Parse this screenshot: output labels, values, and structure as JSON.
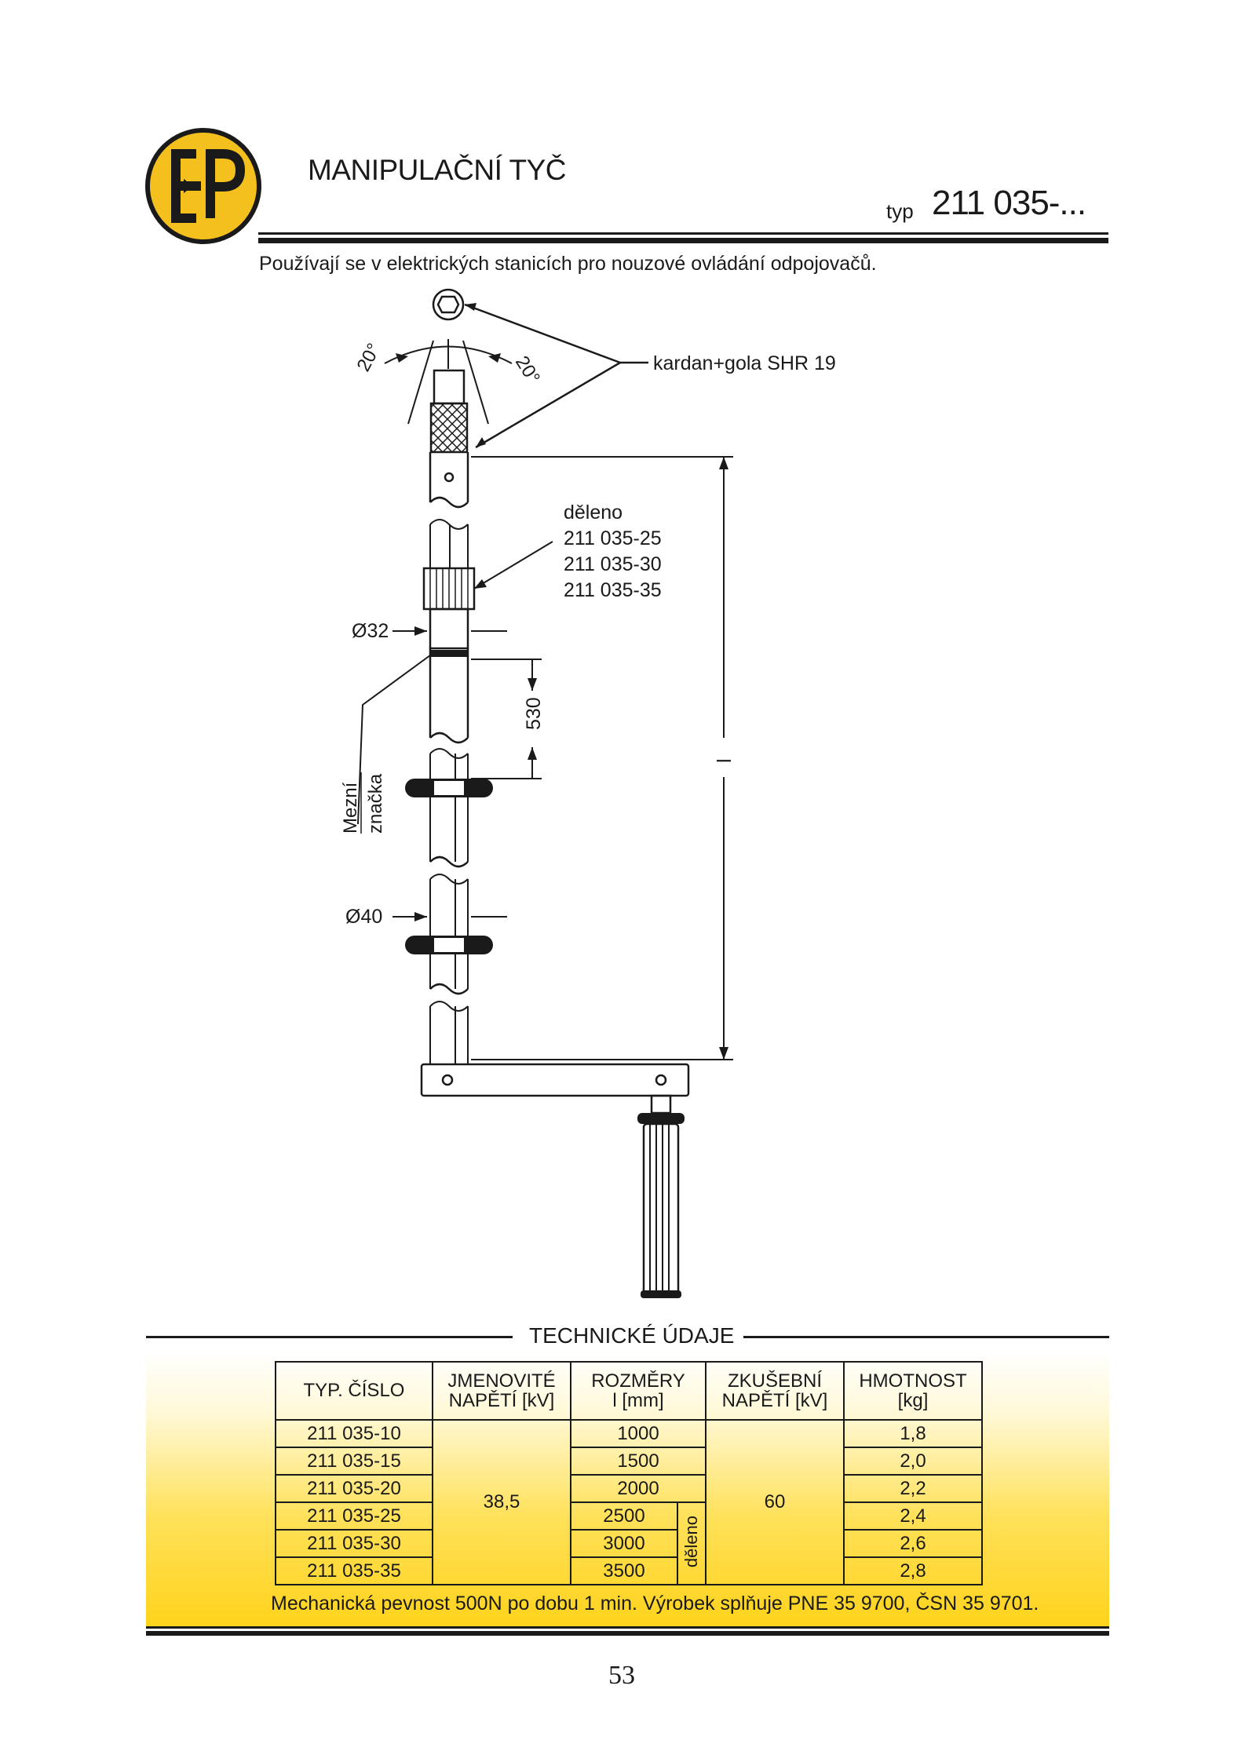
{
  "header": {
    "title": "MANIPULAČNÍ TYČ",
    "type_label": "typ",
    "type_value": "211 035-...",
    "logo_text": "EP"
  },
  "usage_text": "Používají se v elektrických stanicích pro nouzové ovládání odpojovačů.",
  "drawing": {
    "angle_left": "20°",
    "angle_right": "20°",
    "kardan_label": "kardan+gola SHR 19",
    "divided_label": "děleno",
    "divided_items": [
      "211 035-25",
      "211 035-30",
      "211 035-35"
    ],
    "diameter_top": "Ø32",
    "diameter_bottom": "Ø40",
    "dim_530": "530",
    "dim_l": "l",
    "limit_mark_line1": "Mezní",
    "limit_mark_line2": "značka"
  },
  "section_title": "TECHNICKÉ ÚDAJE",
  "table": {
    "headers": {
      "type_no": "TYP. ČÍSLO",
      "voltage_1": "JMENOVITÉ",
      "voltage_2": "NAPĚTÍ [kV]",
      "dims_1": "ROZMĚRY",
      "dims_2": "l [mm]",
      "test_1": "ZKUŠEBNÍ",
      "test_2": "NAPĚTÍ [kV]",
      "weight_1": "HMOTNOST",
      "weight_2": "[kg]"
    },
    "rows": [
      {
        "type": "211 035-10",
        "length": "1000",
        "weight": "1,8"
      },
      {
        "type": "211 035-15",
        "length": "1500",
        "weight": "2,0"
      },
      {
        "type": "211 035-20",
        "length": "2000",
        "weight": "2,2"
      },
      {
        "type": "211 035-25",
        "length": "2500",
        "weight": "2,4"
      },
      {
        "type": "211 035-30",
        "length": "3000",
        "weight": "2,6"
      },
      {
        "type": "211 035-35",
        "length": "3500",
        "weight": "2,8"
      }
    ],
    "rated_voltage": "38,5",
    "test_voltage": "60",
    "divided": "děleno"
  },
  "note": "Mechanická pevnost 500N po dobu 1 min. Výrobek splňuje PNE 35 9700, ČSN 35 9701.",
  "page_number": "53",
  "colors": {
    "logo_yellow": "#f4c01e",
    "ink": "#1a1a1a",
    "band_yellow": "#ffd31c"
  }
}
